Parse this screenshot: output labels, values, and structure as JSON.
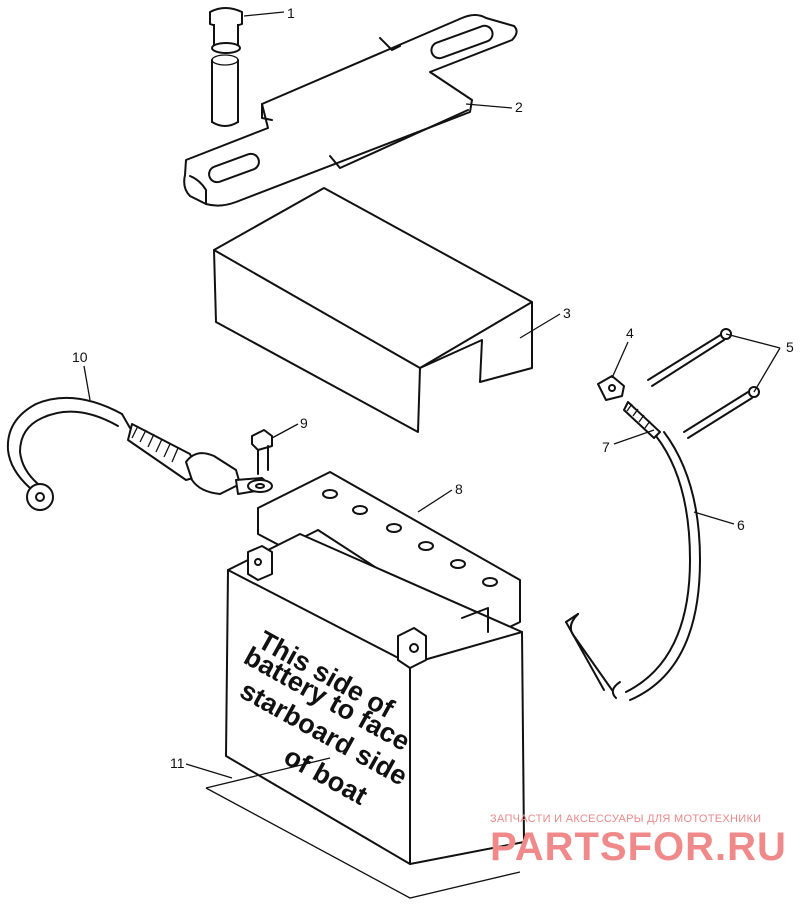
{
  "callouts": [
    "1",
    "2",
    "3",
    "4",
    "5",
    "6",
    "7",
    "8",
    "9",
    "10",
    "11"
  ],
  "battery_label_lines": [
    "This side of",
    "battery to face",
    "starboard side",
    "of boat"
  ],
  "watermark": {
    "tagline": "ЗАПЧАСТИ И АКСЕССУАРЫ ДЛЯ МОТОТЕХНИКИ",
    "brand": "PARTSFOR.RU",
    "color": "#f08a8a"
  }
}
